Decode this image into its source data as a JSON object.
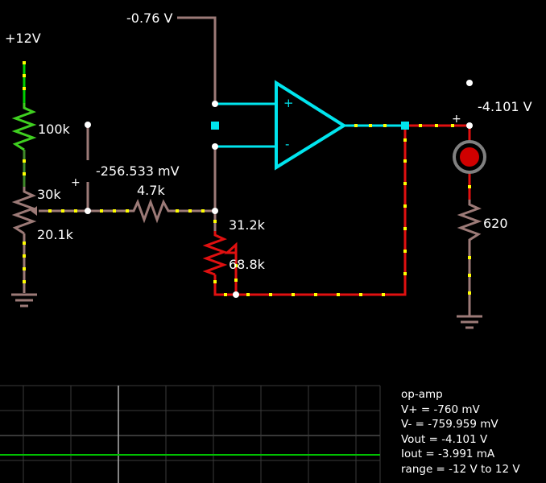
{
  "circuit": {
    "supply_label": "+12V",
    "input_voltage_label": "-0.76 V",
    "pot": {
      "top_resistance": "100k",
      "bottom_resistance": "20.1k",
      "total_resistance": "30k"
    },
    "probe_voltage_label": "-256.533 mV",
    "probe_polarity": "+",
    "series_resistor": "4.7k",
    "feedback_pot": {
      "top_resistance": "31.2k",
      "bottom_resistance": "68.8k"
    },
    "opamp": {
      "plus_symbol": "+",
      "minus_symbol": "-"
    },
    "output_voltage_label": "-4.101 V",
    "output_polarity": "+",
    "load_resistor": "620",
    "colors": {
      "wire_neutral": "#9c7a77",
      "wire_positive": "#00d000",
      "wire_negative": "#e01010",
      "opamp_outline": "#00e5ee",
      "current_dots": "#ffff00",
      "led_fill": "#d00000"
    }
  },
  "scope": {
    "info": {
      "title": "op-amp",
      "vplus": "V+ = -760 mV",
      "vminus": "V- = -759.959 mV",
      "vout": "Vout = -4.101 V",
      "iout": "Iout = -3.991 mA",
      "range": "range = -12 V to 12 V"
    },
    "trace_color": "#00c000"
  }
}
